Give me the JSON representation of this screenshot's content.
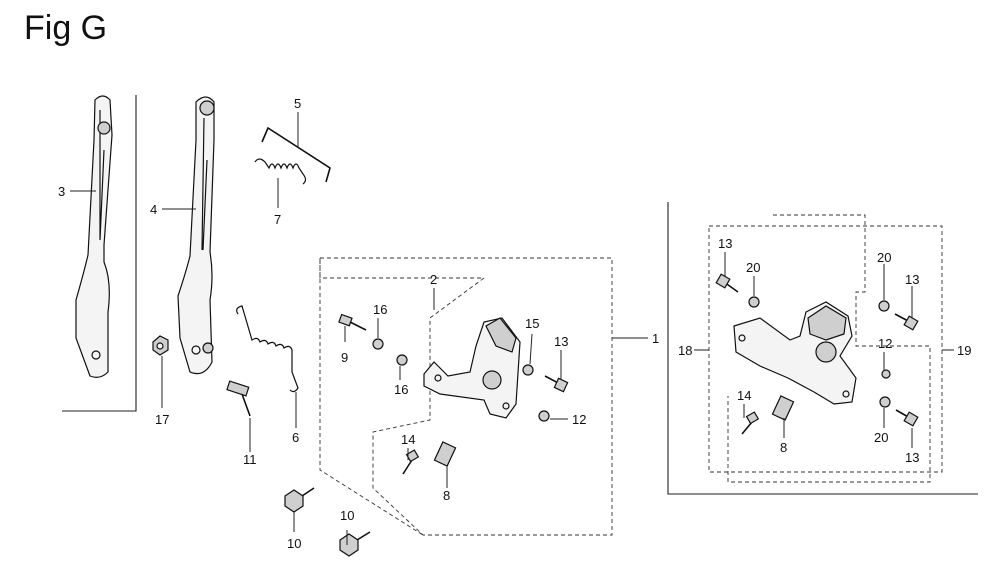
{
  "figure": {
    "title": "Fig G"
  },
  "callouts": {
    "c1": "1",
    "c2": "2",
    "c3": "3",
    "c4": "4",
    "c5": "5",
    "c6": "6",
    "c7": "7",
    "c8a": "8",
    "c8b": "8",
    "c9": "9",
    "c10a": "10",
    "c10b": "10",
    "c11": "11",
    "c12a": "12",
    "c12b": "12",
    "c13a": "13",
    "c13b": "13",
    "c13c": "13",
    "c13d": "13",
    "c14a": "14",
    "c14b": "14",
    "c15": "15",
    "c16a": "16",
    "c16b": "16",
    "c17": "17",
    "c18": "18",
    "c19": "19",
    "c20a": "20",
    "c20b": "20",
    "c20c": "20"
  }
}
